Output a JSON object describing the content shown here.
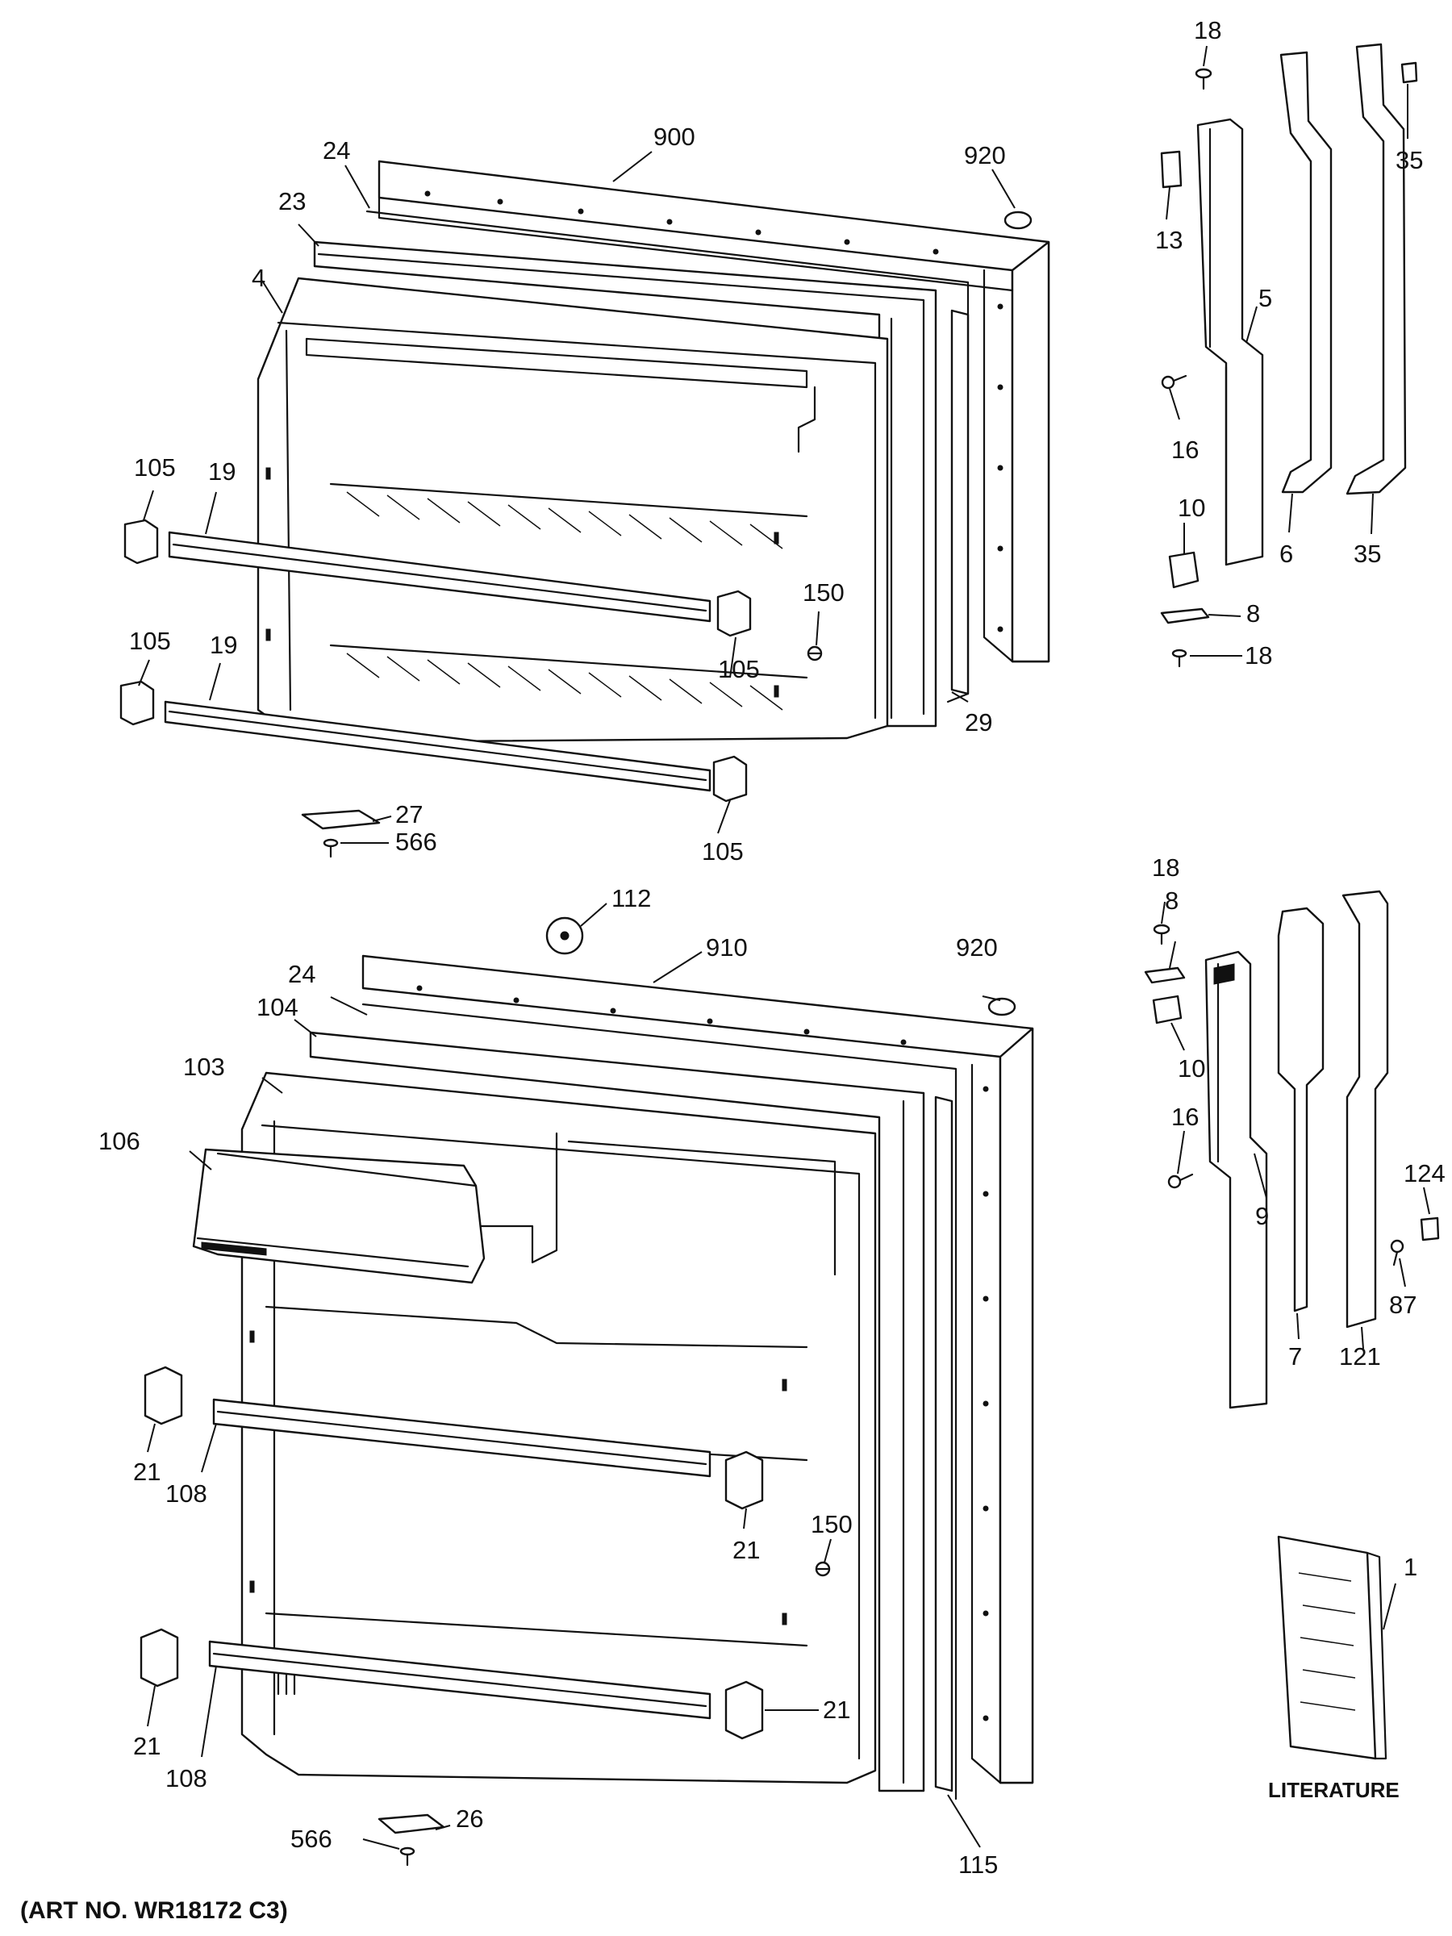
{
  "caption": "(ART NO. WR18172 C3)",
  "literature_label": "LITERATURE",
  "callouts": {
    "freezer": {
      "p18_top": "18",
      "p900": "900",
      "p24": "24",
      "p920": "920",
      "p23": "23",
      "p4": "4",
      "p13": "13",
      "p35_top": "35",
      "p5": "5",
      "p16": "16",
      "p105_a": "105",
      "p19_a": "19",
      "p10": "10",
      "p6": "6",
      "p35_bot": "35",
      "p150": "150",
      "p8": "8",
      "p18_bot": "18",
      "p105_b": "105",
      "p105_c": "105",
      "p19_b": "19",
      "p29": "29",
      "p27": "27",
      "p566": "566",
      "p105_d": "105"
    },
    "fresh_food": {
      "p18": "18",
      "p8": "8",
      "p112": "112",
      "p910": "910",
      "p920": "920",
      "p24": "24",
      "p104": "104",
      "p103": "103",
      "p10": "10",
      "p106": "106",
      "p16": "16",
      "p124": "124",
      "p9": "9",
      "p87": "87",
      "p7": "7",
      "p121": "121",
      "p21_a": "21",
      "p108_a": "108",
      "p150": "150",
      "p21_b": "21",
      "p1": "1",
      "p21_c": "21",
      "p21_d": "21",
      "p108_b": "108",
      "p26": "26",
      "p115": "115",
      "p566": "566"
    }
  }
}
